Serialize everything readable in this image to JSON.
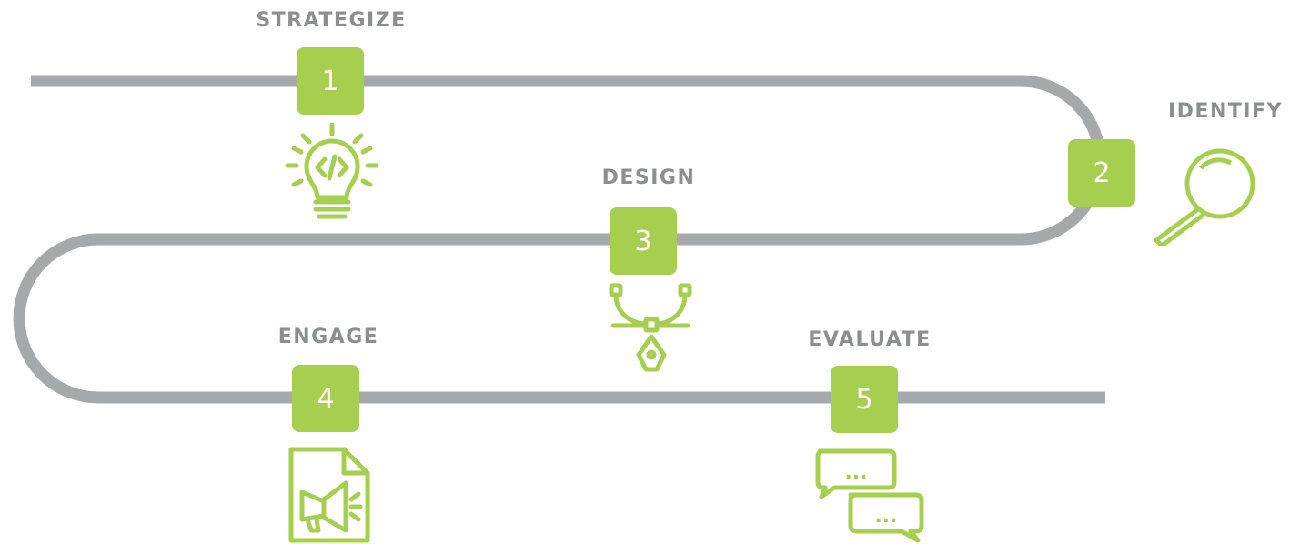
{
  "colors": {
    "path": "#a7a8aa",
    "accent": "#a6cf4f",
    "label": "#8d8e90",
    "badge_text": "#ffffff"
  },
  "steps": [
    {
      "number": "1",
      "label": "STRATEGIZE",
      "icon": "lightbulb-code-icon"
    },
    {
      "number": "2",
      "label": "IDENTIFY",
      "icon": "magnifier-icon"
    },
    {
      "number": "3",
      "label": "DESIGN",
      "icon": "pen-tool-bezier-icon"
    },
    {
      "number": "4",
      "label": "ENGAGE",
      "icon": "document-megaphone-icon"
    },
    {
      "number": "5",
      "label": "EVALUATE",
      "icon": "chat-bubbles-icon"
    }
  ],
  "chat_ellipsis": "..."
}
